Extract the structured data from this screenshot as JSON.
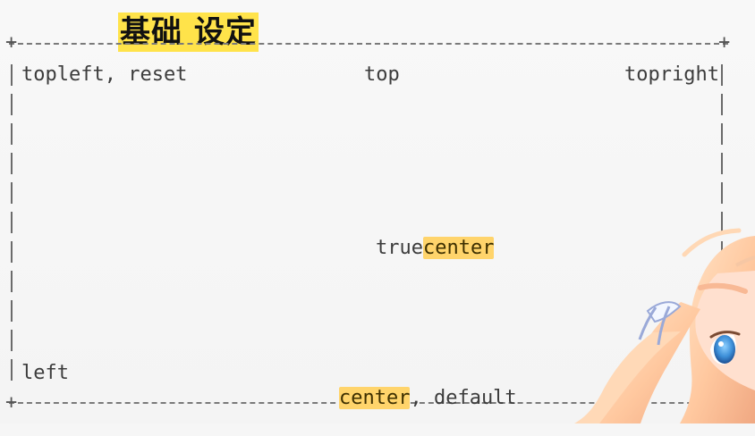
{
  "title": "基础 设定",
  "labels": {
    "topleft": "topleft, reset",
    "top": "top",
    "topright": "topright",
    "left": "left",
    "truecenter_prefix": "true",
    "truecenter_highlight": "center",
    "center_highlight": "center",
    "center_suffix": ", default"
  },
  "colors": {
    "title_highlight": "#ffe34a",
    "text_highlight": "#ffd46b",
    "dash": "#7a7a7a",
    "background": "#f6f6f6"
  },
  "icons": {
    "corner_marker": "+",
    "side_marker": "|"
  }
}
